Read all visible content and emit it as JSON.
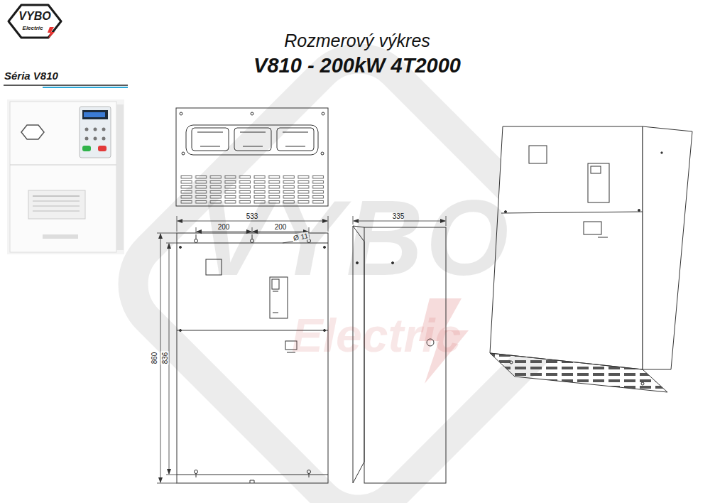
{
  "diagram": {
    "title": "Rozmerový výkres",
    "labels": [
      "VYBO",
      "Electric",
      "Séria V810",
      "V810 - 200kW 4T2000",
      "533",
      "200",
      "200",
      "Ø 11",
      "860",
      "836",
      "335",
      "VYBO",
      "Electric"
    ]
  }
}
